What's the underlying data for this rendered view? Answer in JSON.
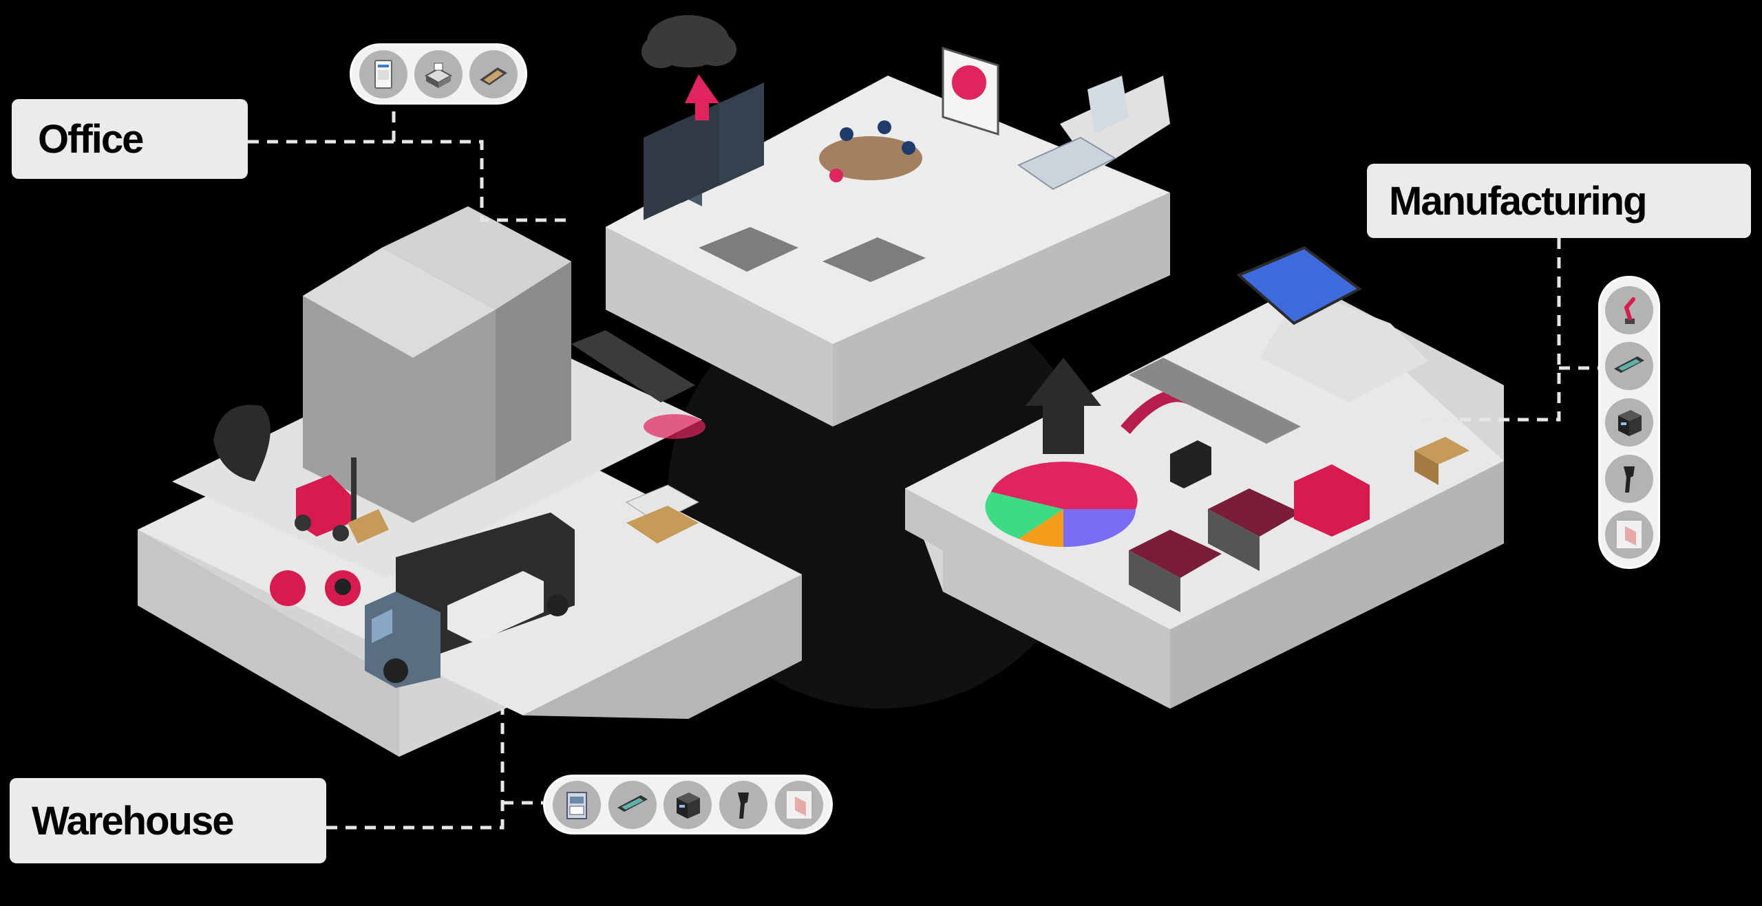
{
  "sections": {
    "office": {
      "label": "Office",
      "devices": [
        "desktop-printer-icon",
        "mobile-printer-icon",
        "document-scanner-icon"
      ]
    },
    "manufacturing": {
      "label": "Manufacturing",
      "devices": [
        "robotic-arm-icon",
        "handheld-terminal-icon",
        "label-printer-icon",
        "barcode-scanner-icon",
        "rfid-gate-icon"
      ]
    },
    "warehouse": {
      "label": "Warehouse",
      "devices": [
        "rfid-reader-icon",
        "handheld-terminal-icon",
        "label-printer-icon",
        "barcode-scanner-icon",
        "rfid-gate-icon"
      ]
    }
  },
  "colors": {
    "background": "#000000",
    "platform_top": "#e6e6e6",
    "platform_side": "#cfcfcf",
    "platform_dark": "#b8b8b8",
    "accent_pink": "#e0245e",
    "label_bg": "#ebebeb",
    "connector": "#e6e6e6",
    "pie_green": "#3ddc84",
    "pie_orange": "#f59e1b",
    "pie_purple": "#7b6cf6"
  }
}
